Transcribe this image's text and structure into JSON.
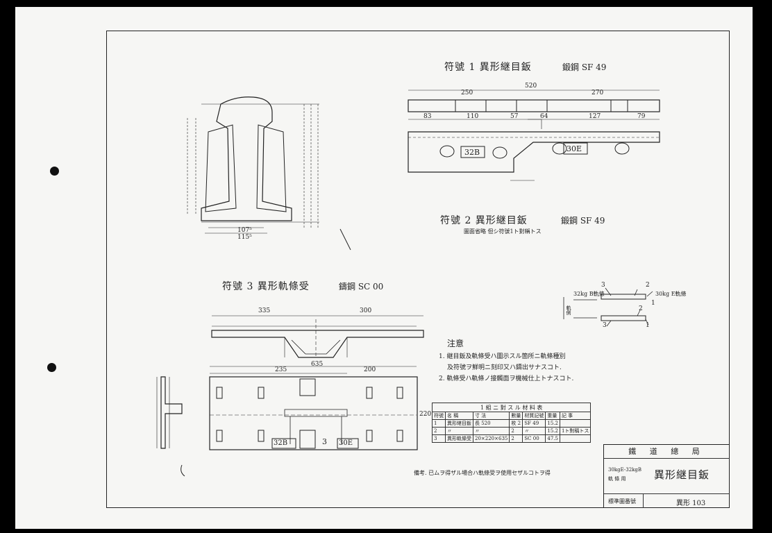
{
  "sheet": {
    "fig1_title": "符號 1  異形継目鈑",
    "fig1_material": "鍛鋼  SF 49",
    "fig2_title": "符號 2  異形継目鈑",
    "fig2_material": "鍛鋼  SF 49",
    "fig2_note": "圖面省略  但シ符號1ト對稱トス",
    "fig3_title": "符號 3  異形軌條受",
    "fig3_material": "鑄鋼  SC 00"
  },
  "dimensions": {
    "plate_total": "520",
    "plate_left": "250",
    "plate_right": "270",
    "plate_holes": [
      "83",
      "110",
      "57",
      "64",
      "127",
      "79"
    ],
    "plate_mark_left": "32B",
    "plate_mark_right": "30E",
    "section_w1": "107⁵",
    "section_w2": "115⁵",
    "chair_left": "335",
    "chair_right": "300",
    "chair_total": "635",
    "chair_mid_left": "235",
    "chair_mid_right": "200",
    "chair_width": "220",
    "chair_mark_left": "32B",
    "chair_mark_mid": "3",
    "chair_mark_right": "30E"
  },
  "small_diagram": {
    "rail_left": "32kg B軌條",
    "rail_right": "30kg E軌條",
    "n1": "1",
    "n2": "2",
    "n3": "3",
    "side": "軌側"
  },
  "notes": {
    "heading": "注意",
    "line1": "1. 継目鈑及軌條受ハ圖示スル箇所ニ軌條種別",
    "line1b": "及符號ヲ鮮明ニ刻印又ハ鑄出サナスコト.",
    "line2": "2. 軌條受ハ軌條ノ接觸面ヲ機械仕上トナスコト."
  },
  "material_table": {
    "caption": "1 組 ニ 對 ス ル 材 料 表",
    "headers": [
      "符號",
      "名 稱",
      "寸 法",
      "數量",
      "材質記號",
      "重量",
      "記 事"
    ],
    "rows": [
      [
        "1",
        "異形継目鈑",
        "長 520",
        "枚 2",
        "SF 49",
        "15.2",
        ""
      ],
      [
        "2",
        "〃",
        "〃",
        "2",
        "〃",
        "15.2",
        "1ト對稱トス"
      ],
      [
        "3",
        "異形軌條受",
        "20×220×635",
        "2",
        "SC 00",
        "47.5",
        ""
      ]
    ]
  },
  "remark": "備考. 已ムヲ得ザル場合ハ軌條受ヲ使用セザルコトヲ得",
  "title_block": {
    "org": "鐵 道 總 局",
    "sub1": "30kgE-32kgB",
    "sub2": "軌 條 用",
    "name": "異形継目鈑",
    "std_label": "標準圖番號",
    "std_no": "異形 103"
  }
}
